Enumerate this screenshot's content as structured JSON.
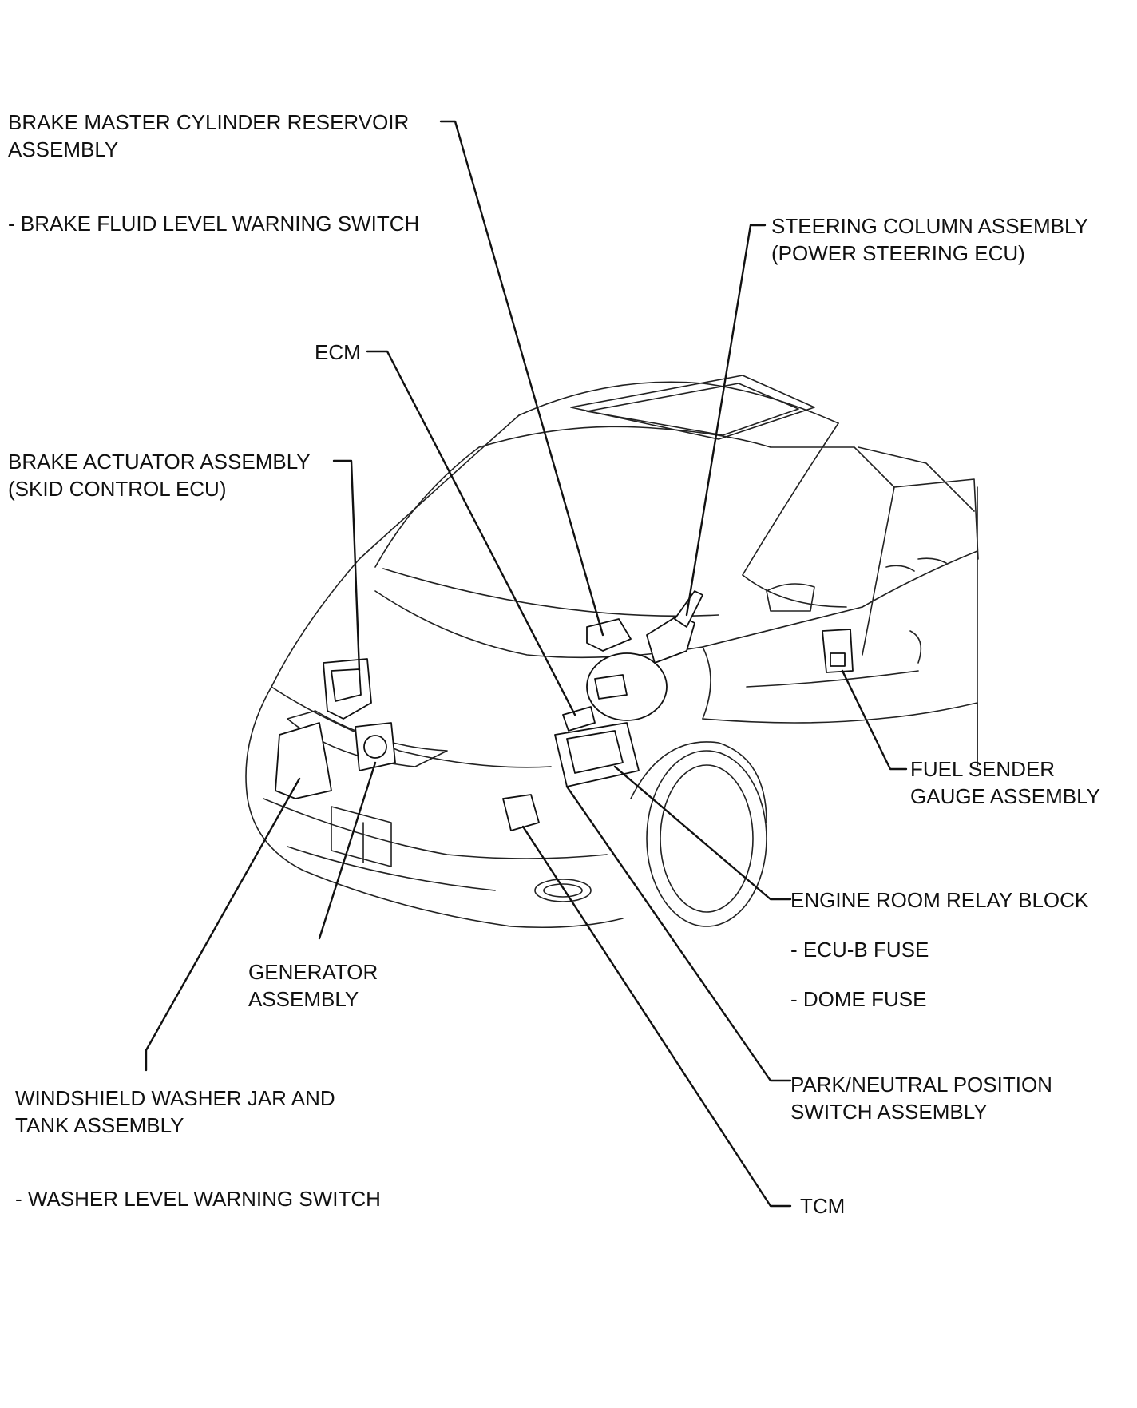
{
  "labels": {
    "brake_master": {
      "line1": "BRAKE MASTER CYLINDER RESERVOIR",
      "line2": "ASSEMBLY",
      "sub": "- BRAKE FLUID LEVEL WARNING SWITCH"
    },
    "steering": {
      "line1": "STEERING COLUMN ASSEMBLY",
      "line2": "(POWER STEERING ECU)"
    },
    "ecm": {
      "line1": "ECM"
    },
    "brake_actuator": {
      "line1": "BRAKE ACTUATOR ASSEMBLY",
      "line2": "(SKID CONTROL ECU)"
    },
    "fuel_sender": {
      "line1": "FUEL SENDER",
      "line2": "GAUGE ASSEMBLY"
    },
    "relay_block": {
      "line1": "ENGINE ROOM RELAY BLOCK",
      "sub1": "- ECU-B FUSE",
      "sub2": "- DOME FUSE"
    },
    "generator": {
      "line1": "GENERATOR",
      "line2": "ASSEMBLY"
    },
    "park_neutral": {
      "line1": "PARK/NEUTRAL POSITION",
      "line2": "SWITCH ASSEMBLY"
    },
    "washer": {
      "line1": "WINDSHIELD WASHER JAR AND",
      "line2": "TANK ASSEMBLY",
      "sub": "- WASHER LEVEL WARNING SWITCH"
    },
    "tcm": {
      "line1": "TCM"
    }
  }
}
